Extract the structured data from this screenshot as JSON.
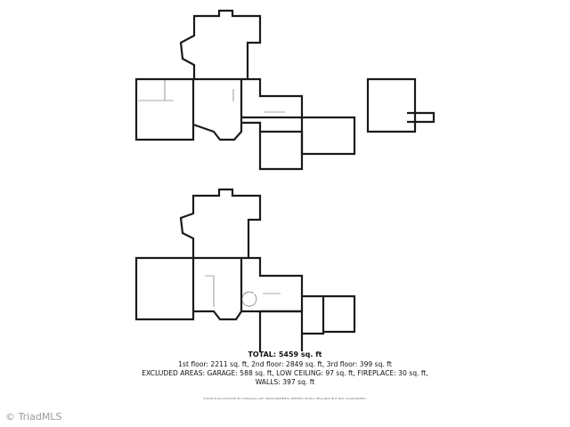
{
  "summary": {
    "total": "TOTAL: 5459 sq. ft",
    "floors": "1st floor: 2211 sq. ft, 2nd floor: 2849 sq. ft, 3rd floor: 399 sq. ft",
    "excluded": "EXCLUDED AREAS: GARAGE: 588 sq. ft, LOW CEILING: 97 sq. ft, FIREPLACE: 30 sq. ft,",
    "walls": "WALLS: 397 sq. ft"
  },
  "footer": "FLOOR PLAN CREATED BY CUBICASA APP. MEASUREMENTS DEEMED HIGHLY RELIABLE BUT NOT GUARANTEED.",
  "watermark": "© TriadMLS"
}
